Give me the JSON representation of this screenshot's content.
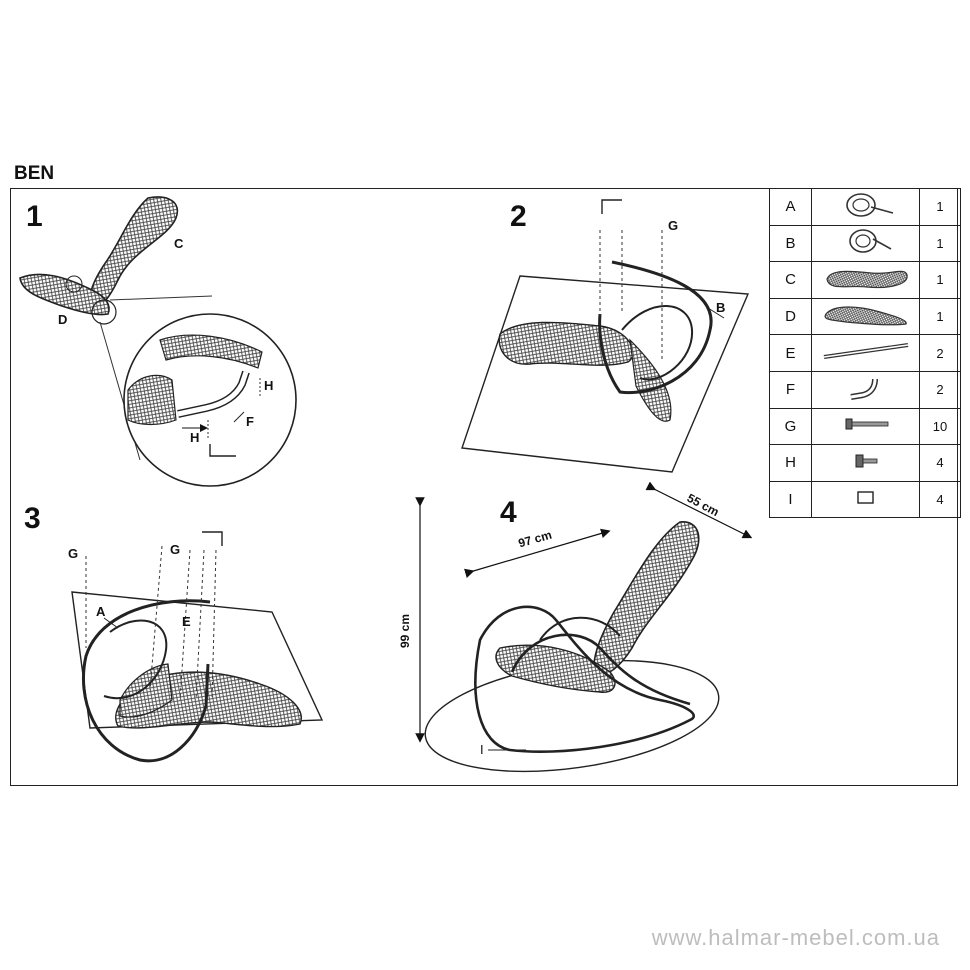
{
  "title": "BEN",
  "steps": [
    "1",
    "2",
    "3",
    "4"
  ],
  "labels": {
    "c": "C",
    "d": "D",
    "h1": "H",
    "h2": "H",
    "f": "F",
    "g2": "G",
    "b": "B",
    "g3a": "G",
    "g3b": "G",
    "a": "A",
    "e": "E",
    "i": "I"
  },
  "dimensions": {
    "width": "97 cm",
    "depth": "55 cm",
    "height": "99 cm"
  },
  "parts": [
    {
      "letter": "A",
      "icon": "rocker-frame-a-icon",
      "qty": "1"
    },
    {
      "letter": "B",
      "icon": "rocker-frame-b-icon",
      "qty": "1"
    },
    {
      "letter": "C",
      "icon": "backrest-icon",
      "qty": "1"
    },
    {
      "letter": "D",
      "icon": "seat-icon",
      "qty": "1"
    },
    {
      "letter": "E",
      "icon": "rod-icon",
      "qty": "2"
    },
    {
      "letter": "F",
      "icon": "elbow-tube-icon",
      "qty": "2"
    },
    {
      "letter": "G",
      "icon": "long-bolt-icon",
      "qty": "10"
    },
    {
      "letter": "H",
      "icon": "short-bolt-icon",
      "qty": "4"
    },
    {
      "letter": "I",
      "icon": "foot-pad-icon",
      "qty": "4"
    }
  ],
  "footer": "www.halmar-mebel.com.ua"
}
